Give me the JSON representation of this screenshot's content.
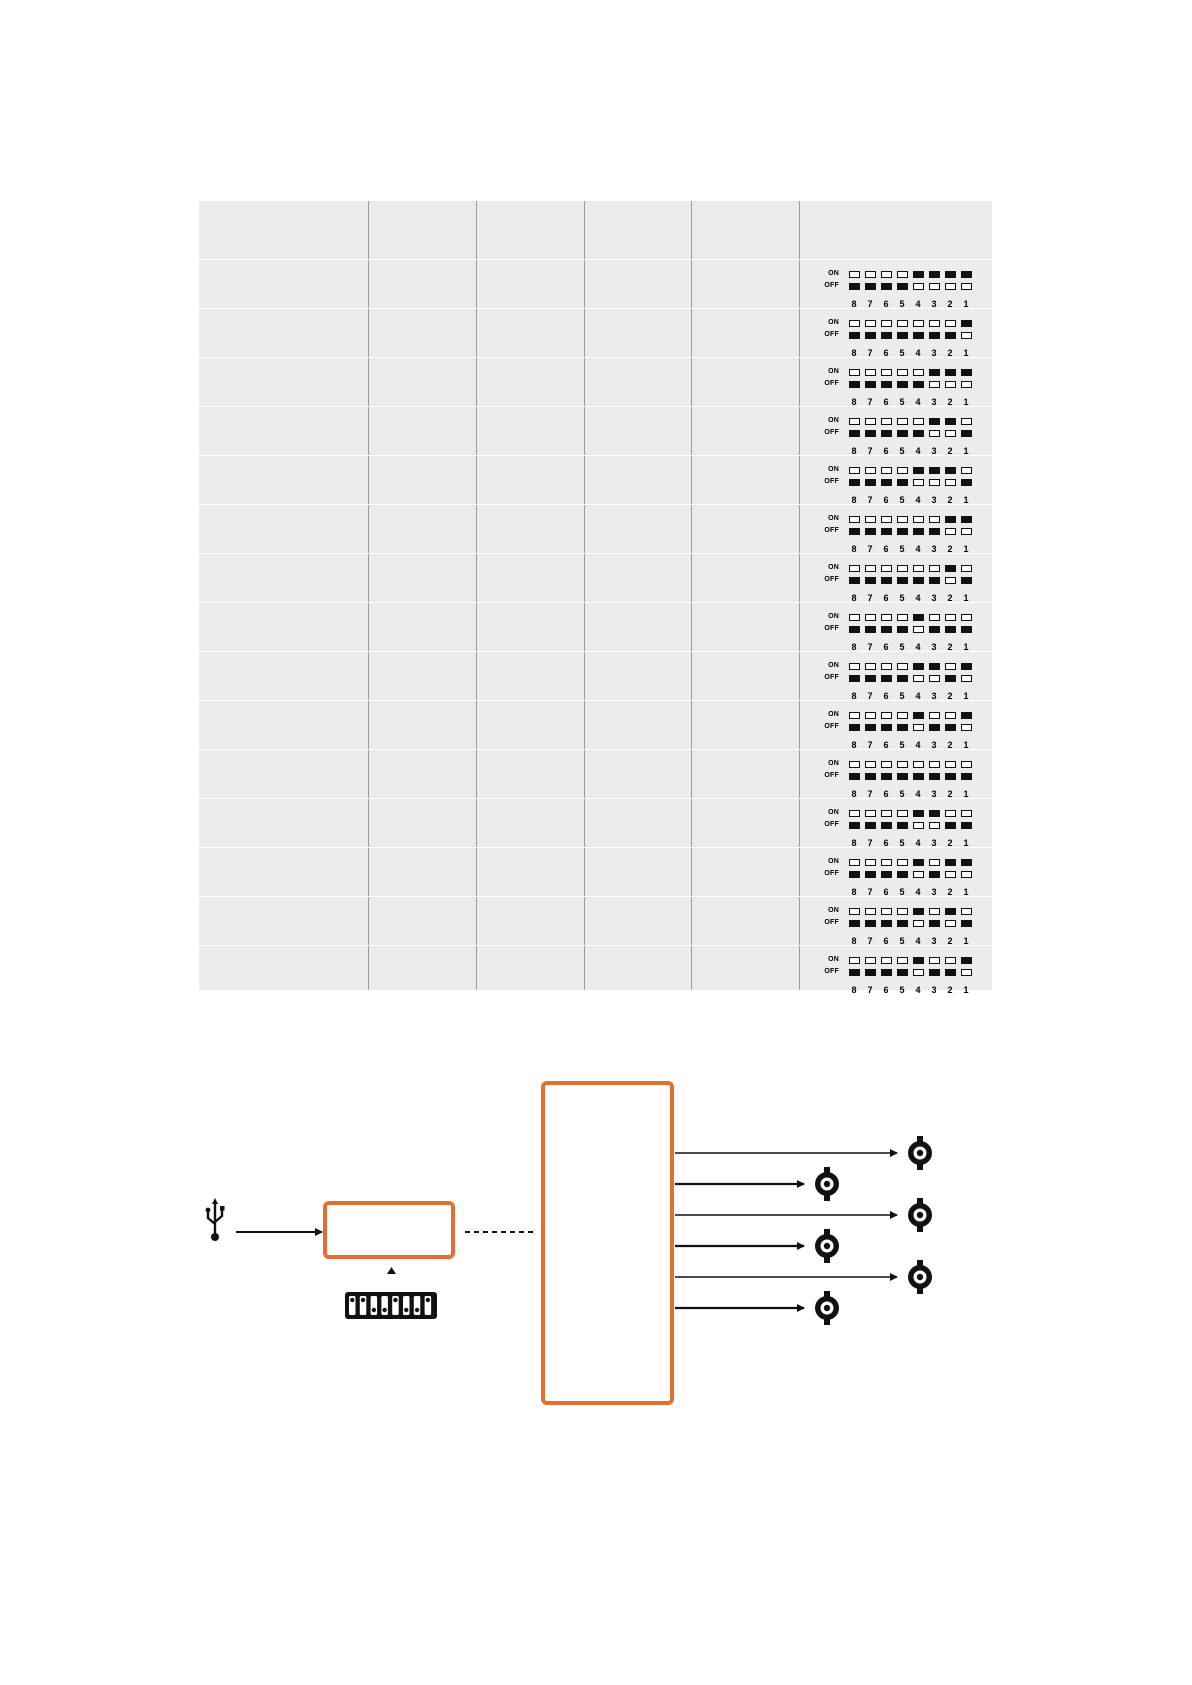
{
  "table": {
    "dip_labels": {
      "on": "ON",
      "off": "OFF"
    },
    "switch_numbers": [
      "8",
      "7",
      "6",
      "5",
      "4",
      "3",
      "2",
      "1"
    ],
    "rows": [
      {
        "on": [
          4,
          3,
          2,
          1
        ],
        "note": "switches listed are in ON position; order 8..1 left to right"
      },
      {
        "on": [
          1
        ]
      },
      {
        "on": [
          3,
          2,
          1
        ]
      },
      {
        "on": [
          3,
          2
        ]
      },
      {
        "on": [
          4,
          3,
          2
        ]
      },
      {
        "on": [
          2,
          1
        ]
      },
      {
        "on": [
          2
        ]
      },
      {
        "on": [
          4
        ]
      },
      {
        "on": [
          4,
          3,
          1
        ]
      },
      {
        "on": [
          4,
          1
        ]
      },
      {
        "on": []
      },
      {
        "on": [
          4,
          3
        ]
      },
      {
        "on": [
          4,
          2,
          1
        ]
      },
      {
        "on": [
          4,
          2
        ]
      },
      {
        "on": [
          4,
          1
        ]
      }
    ]
  },
  "diagram": {
    "colors": {
      "accent": "#e46d32",
      "stroke": "#111111"
    },
    "icons": [
      "usb-icon",
      "bnc-connector-icon",
      "dip-switch-icon"
    ],
    "output_count": 6
  }
}
